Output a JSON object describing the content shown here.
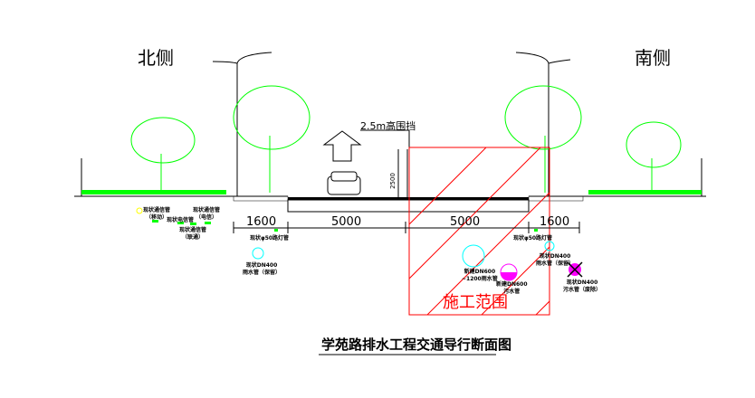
{
  "labels": {
    "north": "北侧",
    "south": "南侧",
    "barrier": "2.5m高围挡",
    "barrier_height": "2500",
    "construction_area": "施工范围",
    "title": "学苑路排水工程交通导行断面图"
  },
  "dimensions": [
    "1600",
    "5000",
    "5000",
    "1600"
  ],
  "pipes": {
    "telecom_mobile": [
      "现状通信管",
      "（移动）"
    ],
    "telecom_power": "现状电信管",
    "telecom_dianxin": [
      "现状通信管",
      "（电信）"
    ],
    "telecom_unicom": [
      "现状通信管",
      "（联通）"
    ],
    "streetlight_left": "现状φ50路灯管",
    "streetlight_right": "现状φ50路灯管",
    "rain_left": [
      "现状DN400",
      "雨水管（保留）"
    ],
    "rain_right": [
      "现状DN400",
      "雨水管（保留）"
    ],
    "new_rain": [
      "新建DN600",
      "~1200雨水管"
    ],
    "new_sewage": [
      "新建DN600",
      "污水管"
    ],
    "old_sewage": [
      "现状DN400",
      "污水管（废除）"
    ]
  },
  "colors": {
    "tree": "#00ff00",
    "hatch": "#ff0000",
    "rain": "#00ffff",
    "sewage": "#ff00ff"
  }
}
